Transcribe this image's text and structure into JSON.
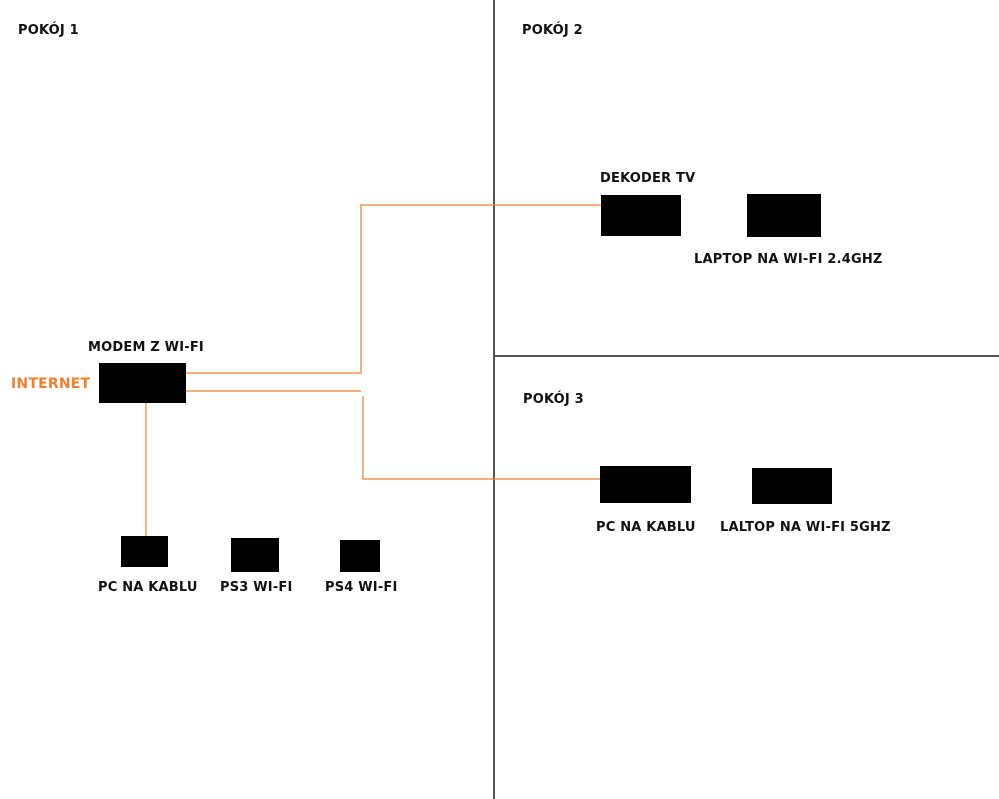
{
  "colors": {
    "cable": "#f07f2a",
    "wall": "#555555",
    "device": "#000000",
    "text": "#111111",
    "accent_text": "#f07f2a"
  },
  "rooms": {
    "room1": "POKÓJ 1",
    "room2": "POKÓJ 2",
    "room3": "POKÓJ 3"
  },
  "internet_label": "INTERNET",
  "devices": {
    "modem": "MODEM Z WI-FI",
    "decoder": "DEKODER TV",
    "laptop_24": "LAPTOP NA WI-FI 2.4GHZ",
    "pc_room3": "PC NA KABLU",
    "laptop_5": "LALTOP NA WI-FI 5GHZ",
    "pc_room1": "PC NA KABLU",
    "ps3": "PS3 WI-FI",
    "ps4": "PS4 WI-FI"
  }
}
